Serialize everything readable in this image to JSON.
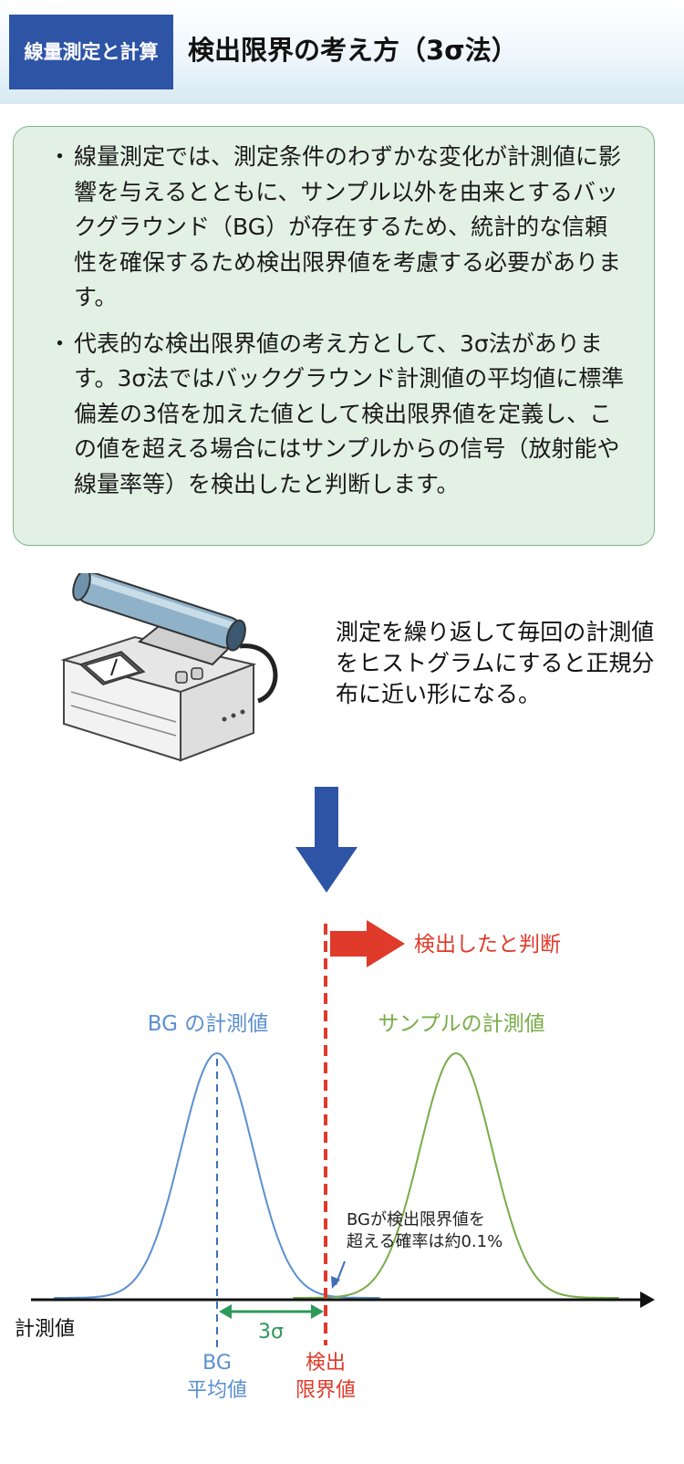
{
  "header": {
    "badge": "線量測定と計算",
    "title": "検出限界の考え方（3σ法）"
  },
  "notes": [
    "線量測定では、測定条件のわずかな変化が計測値に影響を与えるとともに、サンプル以外を由来とするバックグラウンド（BG）が存在するため、統計的な信頼性を確保するため検出限界値を考慮する必要があります。",
    "代表的な検出限界値の考え方として、3σ法があります。3σ法ではバックグラウンド計測値の平均値に標準偏差の3倍を加えた値として検出限界値を定義し、この値を超える場合にはサンプルからの信号（放射能や線量率等）を検出したと判断します。"
  ],
  "bullet_mark": "・",
  "caption": "測定を繰り返して毎回の計測値をヒストグラムにすると正規分布に近い形になる。",
  "chart_data": {
    "type": "line",
    "title": "",
    "xlabel": "計測値",
    "ylabel": "",
    "series": [
      {
        "name": "BG の計測値",
        "mean": 0,
        "sd": 1,
        "color": "#5b8fcf"
      },
      {
        "name": "サンプルの計測値",
        "mean": 6.6,
        "sd": 1,
        "color": "#78ad48"
      }
    ],
    "bg_mean_label": "BG平均値",
    "detection_limit_label": "検出限界値",
    "detection_limit_sigma": 3,
    "sigma_span_label": "3σ",
    "detected_label": "検出したと判断",
    "annotation": "BGが検出限界値を超える確率は約0.1%",
    "colors": {
      "bg": "#5b8fcf",
      "sample": "#78ad48",
      "limit": "#e03a2a",
      "sigma": "#2e9a5a",
      "axis": "#111111"
    }
  },
  "labels": {
    "bg_series": "BG の計測値",
    "sample_series": "サンプルの計測値",
    "detected": "検出したと判断",
    "annotation_line1": "BGが検出限界値を",
    "annotation_line2": "超える確率は約0.1%",
    "axis": "計測値",
    "sigma": "3σ",
    "bg_mean_line1": "BG",
    "bg_mean_line2": "平均値",
    "limit_line1": "検出",
    "limit_line2": "限界値"
  }
}
